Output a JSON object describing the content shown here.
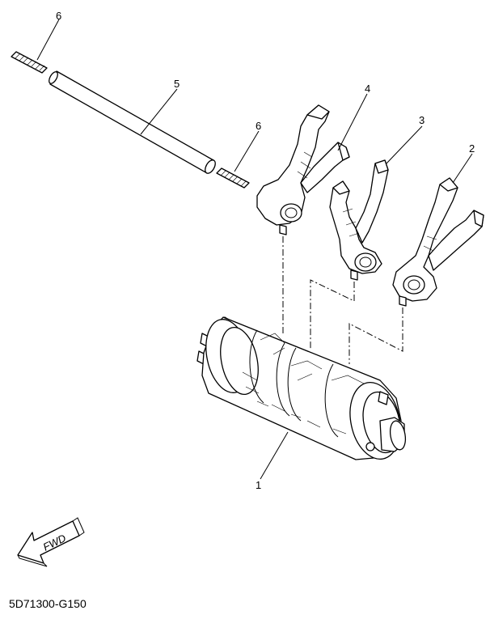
{
  "diagram": {
    "callouts": {
      "drum": "1",
      "fork_right": "2",
      "fork_middle": "3",
      "fork_left": "4",
      "shaft": "5",
      "spring_left": "6",
      "spring_right": "6"
    },
    "direction_label": "FWD",
    "drawing_code": "5D71300-G150"
  }
}
